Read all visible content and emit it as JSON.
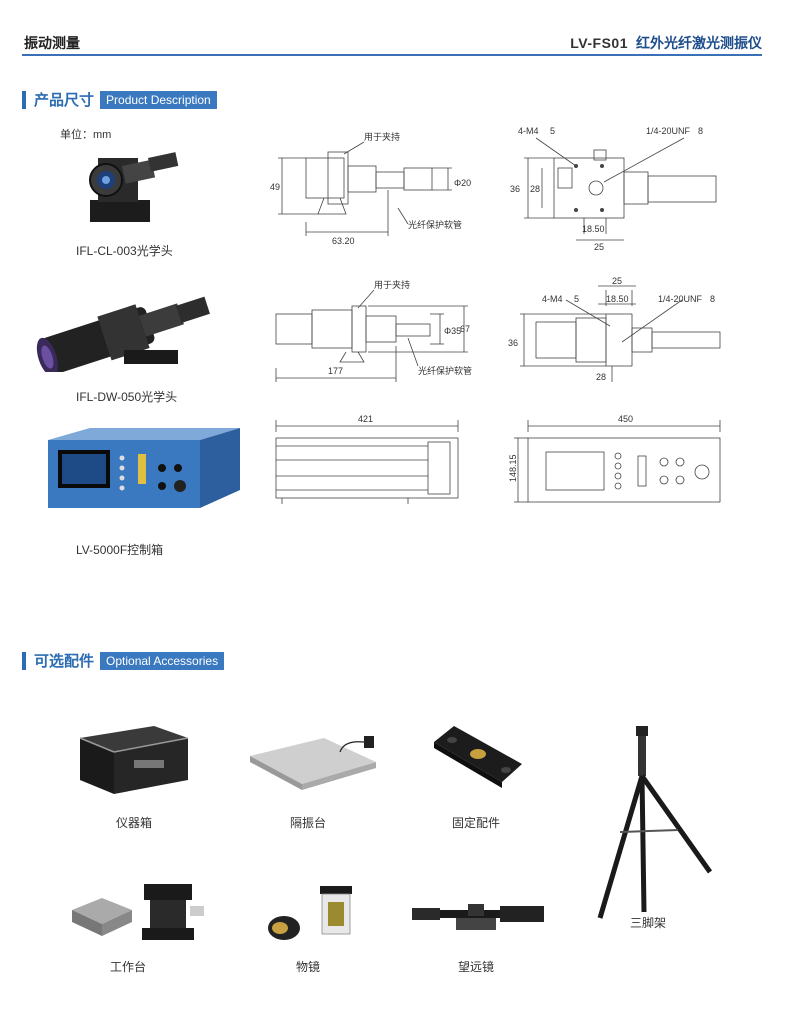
{
  "header": {
    "left": "振动测量",
    "model": "LV-FS01",
    "product": "红外光纤激光测振仪"
  },
  "section1": {
    "title_zh": "产品尺寸",
    "title_en": "Product Description",
    "unit": "单位：mm"
  },
  "products": [
    {
      "caption": "IFL-CL-003光学头"
    },
    {
      "caption": "IFL-DW-050光学头"
    },
    {
      "caption": "LV-5000F控制箱"
    }
  ],
  "dims": {
    "d1": {
      "clamp": "用于夹持",
      "h49": "49",
      "phi20": "Φ20",
      "w6320": "63.20",
      "hose": "光纤保护软管"
    },
    "d2": {
      "m4": "4-M4",
      "d5": "5",
      "unf": "1/4-20UNF",
      "d8": "8",
      "h36": "36",
      "h28": "28",
      "w1850": "18.50",
      "w25": "25"
    },
    "d3": {
      "clamp": "用于夹持",
      "phi35": "Φ35",
      "h67": "67",
      "w177": "177",
      "hose": "光纤保护软管"
    },
    "d4": {
      "w25": "25",
      "m4": "4-M4",
      "d5": "5",
      "w1850": "18.50",
      "unf": "1/4-20UNF",
      "d8": "8",
      "h36": "36",
      "h28": "28"
    },
    "d5": {
      "w421": "421"
    },
    "d6": {
      "w450": "450",
      "h14815": "148.15"
    }
  },
  "section2": {
    "title_zh": "可选配件",
    "title_en": "Optional Accessories"
  },
  "accessories": [
    {
      "caption": "仪器箱"
    },
    {
      "caption": "隔振台"
    },
    {
      "caption": "固定配件"
    },
    {
      "caption": "三脚架"
    },
    {
      "caption": "工作台"
    },
    {
      "caption": "物镜"
    },
    {
      "caption": "望远镜"
    }
  ],
  "colors": {
    "accent": "#2c6cb3",
    "header_line": "#3a70b8",
    "badge": "#3a78c0"
  }
}
